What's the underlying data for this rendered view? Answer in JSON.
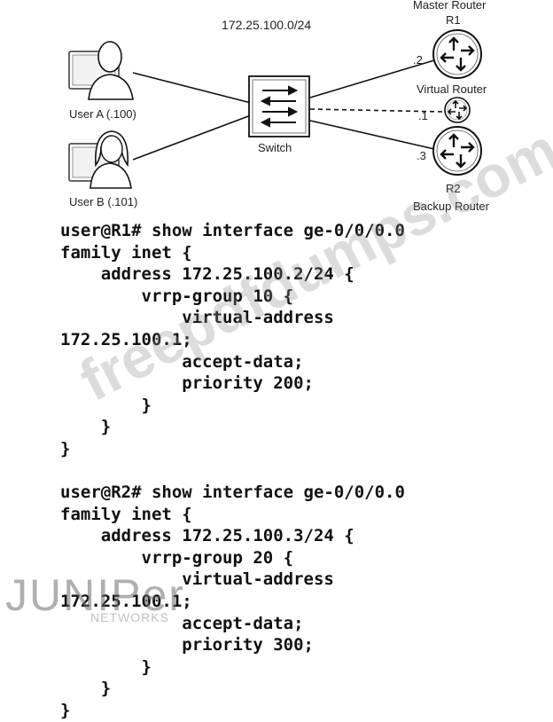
{
  "diagram": {
    "subnet": "172.25.100.0/24",
    "users": [
      {
        "label": "User A (.100)"
      },
      {
        "label": "User B (.101)"
      }
    ],
    "switch_label": "Switch",
    "master_router": {
      "role": "Master Router",
      "name": "R1",
      "addr": ".2"
    },
    "virtual_router": {
      "role": "Virtual Router",
      "addr": ".1"
    },
    "backup_router": {
      "role": "Backup Router",
      "name": "R2",
      "addr": ".3"
    },
    "icons": [
      "user-male-icon",
      "user-female-icon",
      "switch-icon",
      "router-icon"
    ]
  },
  "config_r1": {
    "lines": [
      "user@R1# show interface ge-0/0/0.0",
      "family inet {",
      "    address 172.25.100.2/24 {",
      "        vrrp-group 10 {",
      "            virtual-address",
      "172.25.100.1;",
      "            accept-data;",
      "            priority 200;",
      "        }",
      "    }",
      "}"
    ]
  },
  "config_r2": {
    "lines": [
      "user@R2# show interface ge-0/0/0.0",
      "family inet {",
      "    address 172.25.100.3/24 {",
      "        vrrp-group 20 {",
      "            virtual-address",
      "172.25.100.1;",
      "            accept-data;",
      "            priority 300;",
      "        }",
      "    }",
      "}"
    ]
  },
  "watermark": "freepdfdumps.com",
  "logo": {
    "word": "JUNIPer",
    "sub": "NETWORKS"
  }
}
